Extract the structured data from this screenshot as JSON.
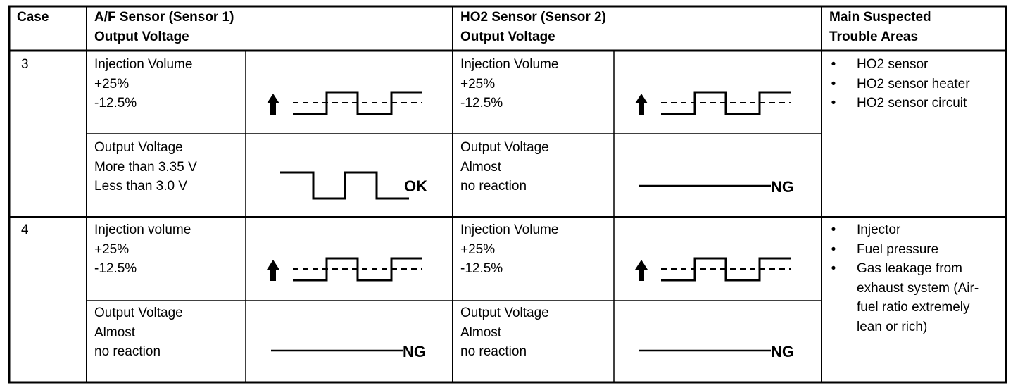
{
  "header": {
    "case": "Case",
    "af_sensor": [
      "A/F Sensor (Sensor 1)",
      "Output Voltage"
    ],
    "ho2_sensor": [
      "HO2 Sensor (Sensor 2)",
      "Output Voltage"
    ],
    "trouble": [
      "Main Suspected",
      "Trouble Areas"
    ]
  },
  "rows": [
    {
      "case": "3",
      "af_injection": [
        "Injection Volume",
        "+25%",
        "-12.5%"
      ],
      "af_output": [
        "Output Voltage",
        "More than 3.35 V",
        "Less than 3.0 V"
      ],
      "af_output_result": "OK",
      "ho2_injection": [
        "Injection Volume",
        "+25%",
        "-12.5%"
      ],
      "ho2_output": [
        "Output Voltage",
        "Almost",
        "no reaction"
      ],
      "ho2_output_result": "NG",
      "trouble_areas": [
        "HO2 sensor",
        "HO2 sensor heater",
        "HO2 sensor circuit"
      ]
    },
    {
      "case": "4",
      "af_injection": [
        "Injection volume",
        "+25%",
        "-12.5%"
      ],
      "af_output": [
        "Output Voltage",
        "Almost",
        "no reaction"
      ],
      "af_output_result": "NG",
      "ho2_injection": [
        "Injection Volume",
        "+25%",
        "-12.5%"
      ],
      "ho2_output": [
        "Output Voltage",
        "Almost",
        "no reaction"
      ],
      "ho2_output_result": "NG",
      "trouble_areas": [
        "Injector",
        "Fuel pressure",
        "Gas leakage from exhaust system (Air-fuel ratio extremely lean or rich)"
      ]
    }
  ],
  "bullet_glyph": "•",
  "icons": {
    "injection": "injection-square-wave-arrow-icon",
    "ok_wave": "switching-voltage-wave-icon",
    "flat": "flat-voltage-line-icon"
  }
}
